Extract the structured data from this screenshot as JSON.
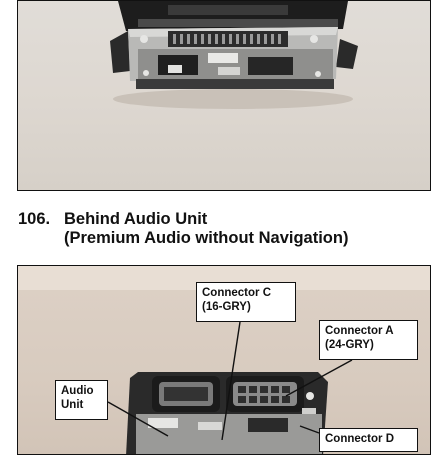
{
  "step": {
    "number": "106.",
    "title_line1": "Behind Audio Unit",
    "title_line2": "(Premium Audio without Navigation)"
  },
  "callouts": {
    "connector_c": {
      "line1": "Connector C",
      "line2": "(16-GRY)"
    },
    "connector_a": {
      "line1": "Connector A",
      "line2": "(24-GRY)"
    },
    "audio_unit": {
      "line1": "Audio",
      "line2": "Unit"
    },
    "connector_d": {
      "line1": "Connector D"
    }
  }
}
